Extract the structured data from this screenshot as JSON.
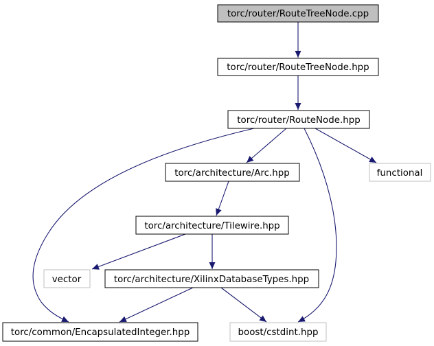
{
  "colors": {
    "edge": "#191970",
    "root_fill": "#bfbfbf",
    "node_border": "#000000",
    "external_border": "#bfbfbf",
    "background": "#ffffff"
  },
  "nodes": [
    {
      "id": "routetreenode-cpp",
      "label": "torc/router/RouteTreeNode.cpp",
      "style": "root"
    },
    {
      "id": "routetreenode-hpp",
      "label": "torc/router/RouteTreeNode.hpp",
      "style": "normal"
    },
    {
      "id": "routenode-hpp",
      "label": "torc/router/RouteNode.hpp",
      "style": "normal"
    },
    {
      "id": "arc-hpp",
      "label": "torc/architecture/Arc.hpp",
      "style": "normal"
    },
    {
      "id": "functional",
      "label": "functional",
      "style": "external"
    },
    {
      "id": "tilewire-hpp",
      "label": "torc/architecture/Tilewire.hpp",
      "style": "normal"
    },
    {
      "id": "vector",
      "label": "vector",
      "style": "external"
    },
    {
      "id": "xilinxdatabasetypes-hpp",
      "label": "torc/architecture/XilinxDatabaseTypes.hpp",
      "style": "normal"
    },
    {
      "id": "encapsulatedinteger-hpp",
      "label": "torc/common/EncapsulatedInteger.hpp",
      "style": "normal"
    },
    {
      "id": "cstdint-hpp",
      "label": "boost/cstdint.hpp",
      "style": "external"
    }
  ],
  "edges": [
    {
      "from": "routetreenode-cpp",
      "to": "routetreenode-hpp"
    },
    {
      "from": "routetreenode-hpp",
      "to": "routenode-hpp"
    },
    {
      "from": "routenode-hpp",
      "to": "arc-hpp"
    },
    {
      "from": "routenode-hpp",
      "to": "functional"
    },
    {
      "from": "routenode-hpp",
      "to": "encapsulatedinteger-hpp"
    },
    {
      "from": "routenode-hpp",
      "to": "cstdint-hpp"
    },
    {
      "from": "arc-hpp",
      "to": "tilewire-hpp"
    },
    {
      "from": "tilewire-hpp",
      "to": "vector"
    },
    {
      "from": "tilewire-hpp",
      "to": "xilinxdatabasetypes-hpp"
    },
    {
      "from": "xilinxdatabasetypes-hpp",
      "to": "encapsulatedinteger-hpp"
    },
    {
      "from": "xilinxdatabasetypes-hpp",
      "to": "cstdint-hpp"
    }
  ]
}
